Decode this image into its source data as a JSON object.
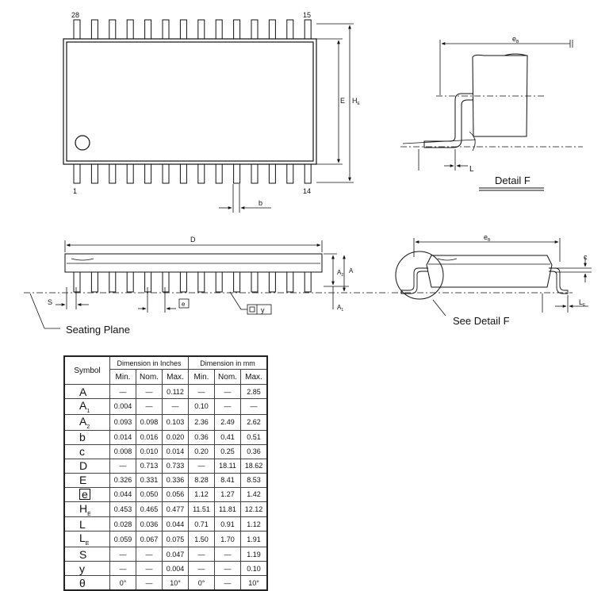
{
  "top_view": {
    "pin_28": "28",
    "pin_15": "15",
    "pin_1": "1",
    "pin_14": "14",
    "dim_E": "E",
    "dim_HE": "H",
    "dim_HE_sub": "E",
    "dim_b": "b"
  },
  "detail_f": {
    "dim_eB": "e",
    "dim_eB_sub": "B",
    "dim_L": "L",
    "title": "Detail F"
  },
  "side_view": {
    "dim_D": "D",
    "dim_A2": "A",
    "dim_A2_sub": "2",
    "dim_A": "A",
    "dim_A1": "A",
    "dim_A1_sub": "1",
    "dim_S": "S",
    "dim_e": "e",
    "dim_y": "y",
    "seating_plane": "Seating Plane"
  },
  "end_view": {
    "dim_eB": "e",
    "dim_eB_sub": "B",
    "dim_c": "c",
    "dim_LE": "L",
    "dim_LE_sub": "E",
    "see_detail": "See Detail F"
  },
  "table": {
    "symbol_header": "Symbol",
    "inches_header": "Dimension in Inches",
    "mm_header": "Dimension in mm",
    "sub_headers": [
      "Min.",
      "Nom.",
      "Max.",
      "Min.",
      "Nom.",
      "Max."
    ],
    "rows": [
      {
        "sym": "A",
        "sub": "",
        "v": [
          "—",
          "—",
          "0.112",
          "—",
          "—",
          "2.85"
        ]
      },
      {
        "sym": "A",
        "sub": "1",
        "v": [
          "0.004",
          "—",
          "—",
          "0.10",
          "—",
          "—"
        ]
      },
      {
        "sym": "A",
        "sub": "2",
        "v": [
          "0.093",
          "0.098",
          "0.103",
          "2.36",
          "2.49",
          "2.62"
        ]
      },
      {
        "sym": "b",
        "sub": "",
        "v": [
          "0.014",
          "0.016",
          "0.020",
          "0.36",
          "0.41",
          "0.51"
        ]
      },
      {
        "sym": "c",
        "sub": "",
        "v": [
          "0.008",
          "0.010",
          "0.014",
          "0.20",
          "0.25",
          "0.36"
        ]
      },
      {
        "sym": "D",
        "sub": "",
        "v": [
          "—",
          "0.713",
          "0.733",
          "—",
          "18.11",
          "18.62"
        ]
      },
      {
        "sym": "E",
        "sub": "",
        "v": [
          "0.326",
          "0.331",
          "0.336",
          "8.28",
          "8.41",
          "8.53"
        ]
      },
      {
        "sym": "e",
        "sub": "",
        "v": [
          "0.044",
          "0.050",
          "0.056",
          "1.12",
          "1.27",
          "1.42"
        ]
      },
      {
        "sym": "H",
        "sub": "E",
        "v": [
          "0.453",
          "0.465",
          "0.477",
          "11.51",
          "11.81",
          "12.12"
        ]
      },
      {
        "sym": "L",
        "sub": "",
        "v": [
          "0.028",
          "0.036",
          "0.044",
          "0.71",
          "0.91",
          "1.12"
        ]
      },
      {
        "sym": "L",
        "sub": "E",
        "v": [
          "0.059",
          "0.067",
          "0.075",
          "1.50",
          "1.70",
          "1.91"
        ]
      },
      {
        "sym": "S",
        "sub": "",
        "v": [
          "—",
          "—",
          "0.047",
          "—",
          "—",
          "1.19"
        ]
      },
      {
        "sym": "y",
        "sub": "",
        "v": [
          "—",
          "—",
          "0.004",
          "—",
          "—",
          "0.10"
        ]
      },
      {
        "sym": "θ",
        "sub": "",
        "v": [
          "0°",
          "—",
          "10°",
          "0°",
          "—",
          "10°"
        ]
      }
    ]
  }
}
